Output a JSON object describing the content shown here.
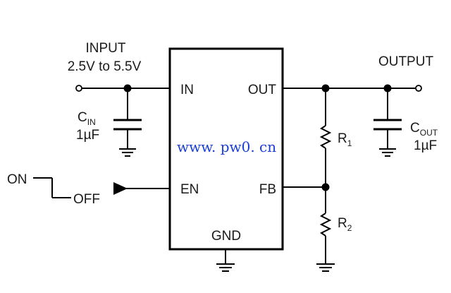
{
  "input": {
    "label": "INPUT",
    "range": "2.5V to 5.5V"
  },
  "output": {
    "label": "OUTPUT"
  },
  "chip": {
    "pins": {
      "in": "IN",
      "out": "OUT",
      "en": "EN",
      "fb": "FB",
      "gnd": "GND"
    }
  },
  "components": {
    "cin": {
      "main": "C",
      "sub": "IN",
      "value": "1µF"
    },
    "cout": {
      "main": "C",
      "sub": "OUT",
      "value": "1µF"
    },
    "r1": {
      "main": "R",
      "sub": "1"
    },
    "r2": {
      "main": "R",
      "sub": "2"
    }
  },
  "switch": {
    "on": "ON",
    "off": "OFF"
  },
  "watermark": "www. pw0. cn"
}
